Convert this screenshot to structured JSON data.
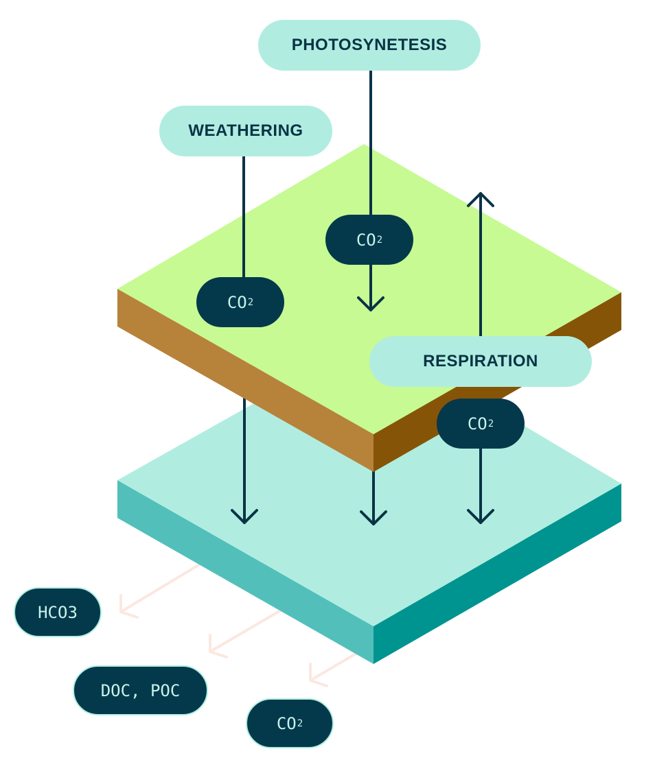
{
  "processes": {
    "photosynthesis": "PHOTOSYNETESIS",
    "weathering": "WEATHERING",
    "respiration": "RESPIRATION"
  },
  "gas": {
    "co": "CO",
    "subscript": "2"
  },
  "outputs": {
    "hco3": "HCO3",
    "doc_poc": "DOC, POC",
    "co2_base": "CO",
    "co2_sub": "2"
  },
  "colors": {
    "land_top": "#c7fa93",
    "land_left": "#b7823a",
    "land_right": "#865406",
    "water_top": "#b0ede0",
    "water_left": "#52bfba",
    "water_right": "#009490",
    "flux_line": "#0a3346",
    "export_arrow": "#fbe8e0",
    "pill_light": "#b0ede0",
    "pill_dark": "#04394b"
  }
}
